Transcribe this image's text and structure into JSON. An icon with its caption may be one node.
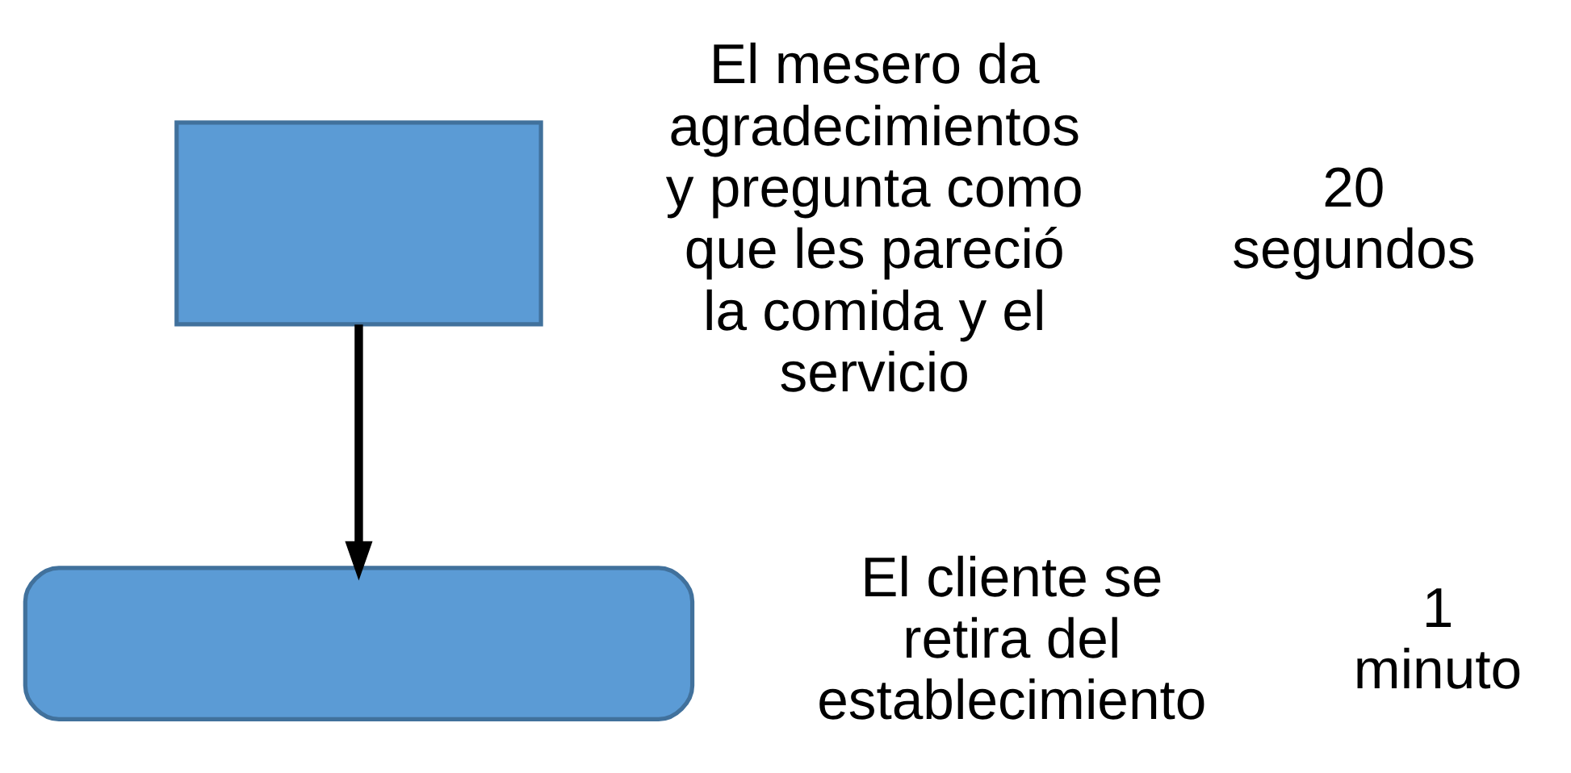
{
  "diagram": {
    "nodes": [
      {
        "text": [],
        "shape": "box",
        "beside": [
          "El mesero da agradecimientos y pregunta como que les pareció la comida y el servicio",
          "20 segundos"
        ]
      },
      {
        "text": [],
        "shape": "box",
        "beside": [
          "El cliente se retira del establecimiento",
          "1 minuto"
        ]
      }
    ],
    "edges": [
      {
        "from": 0,
        "to": 1,
        "arrow": "to"
      }
    ]
  }
}
